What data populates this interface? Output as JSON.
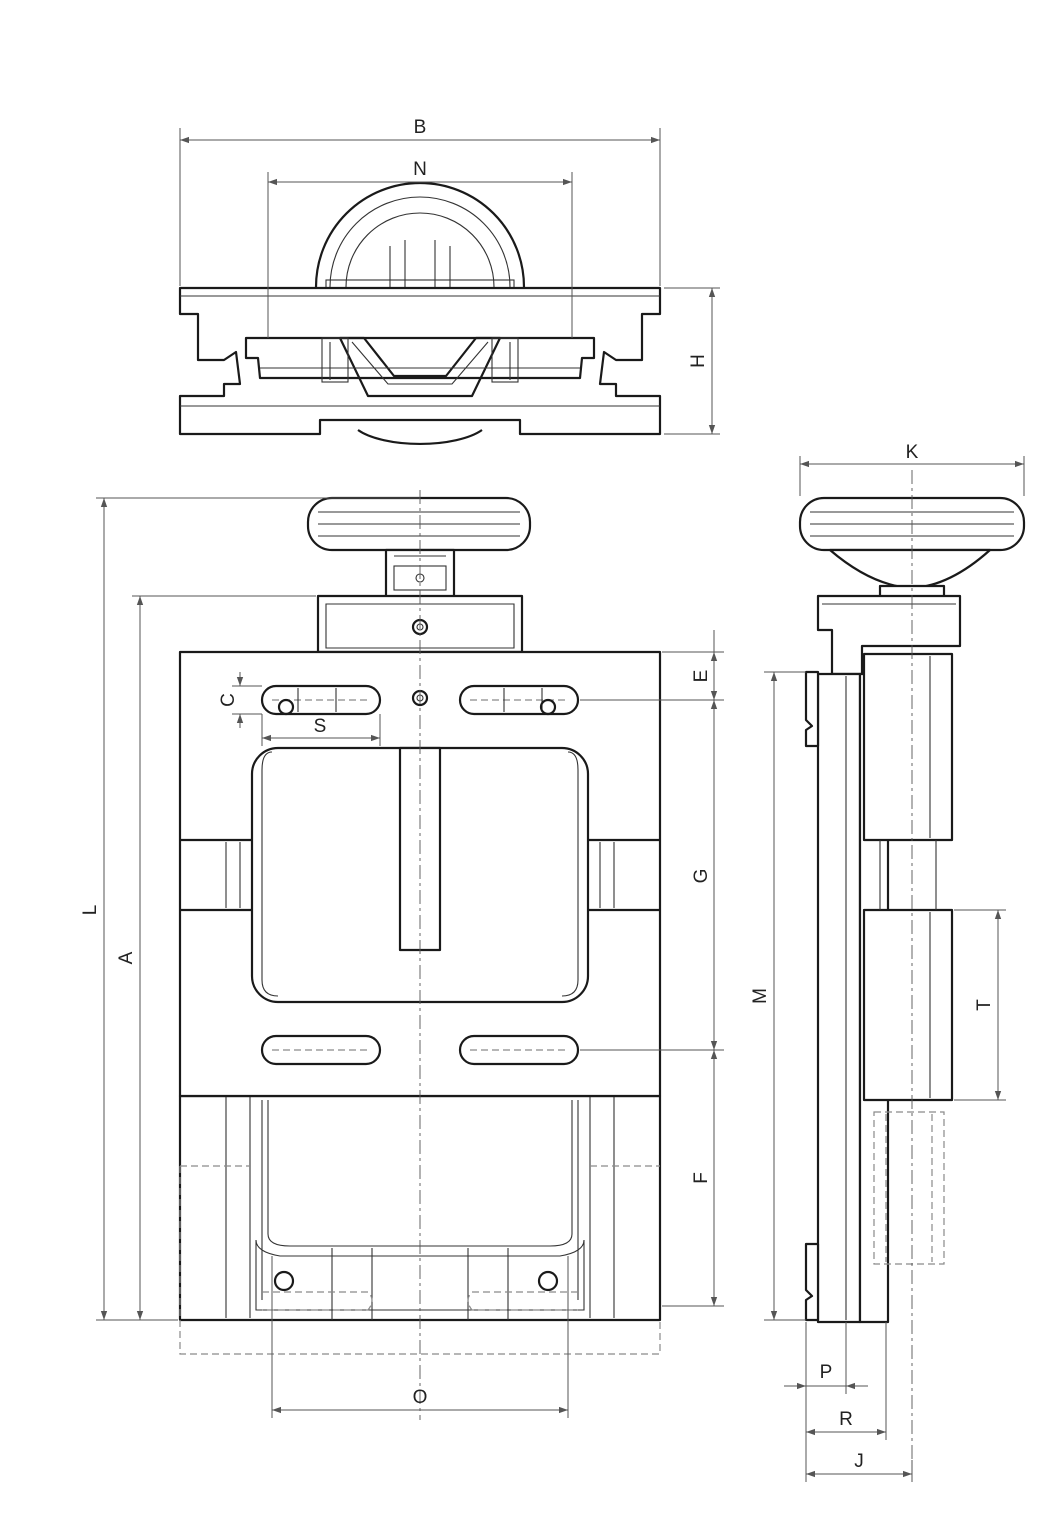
{
  "dimension_labels": {
    "B": "B",
    "N": "N",
    "H": "H",
    "K": "K",
    "L": "L",
    "A": "A",
    "C": "C",
    "S": "S",
    "E": "E",
    "G": "G",
    "F": "F",
    "O": "O",
    "M": "M",
    "T": "T",
    "P": "P",
    "R": "R",
    "J": "J"
  },
  "colors": {
    "line": "#1a1a1a",
    "dimension": "#555555",
    "hidden": "#8a8a8a",
    "background": "#ffffff"
  }
}
